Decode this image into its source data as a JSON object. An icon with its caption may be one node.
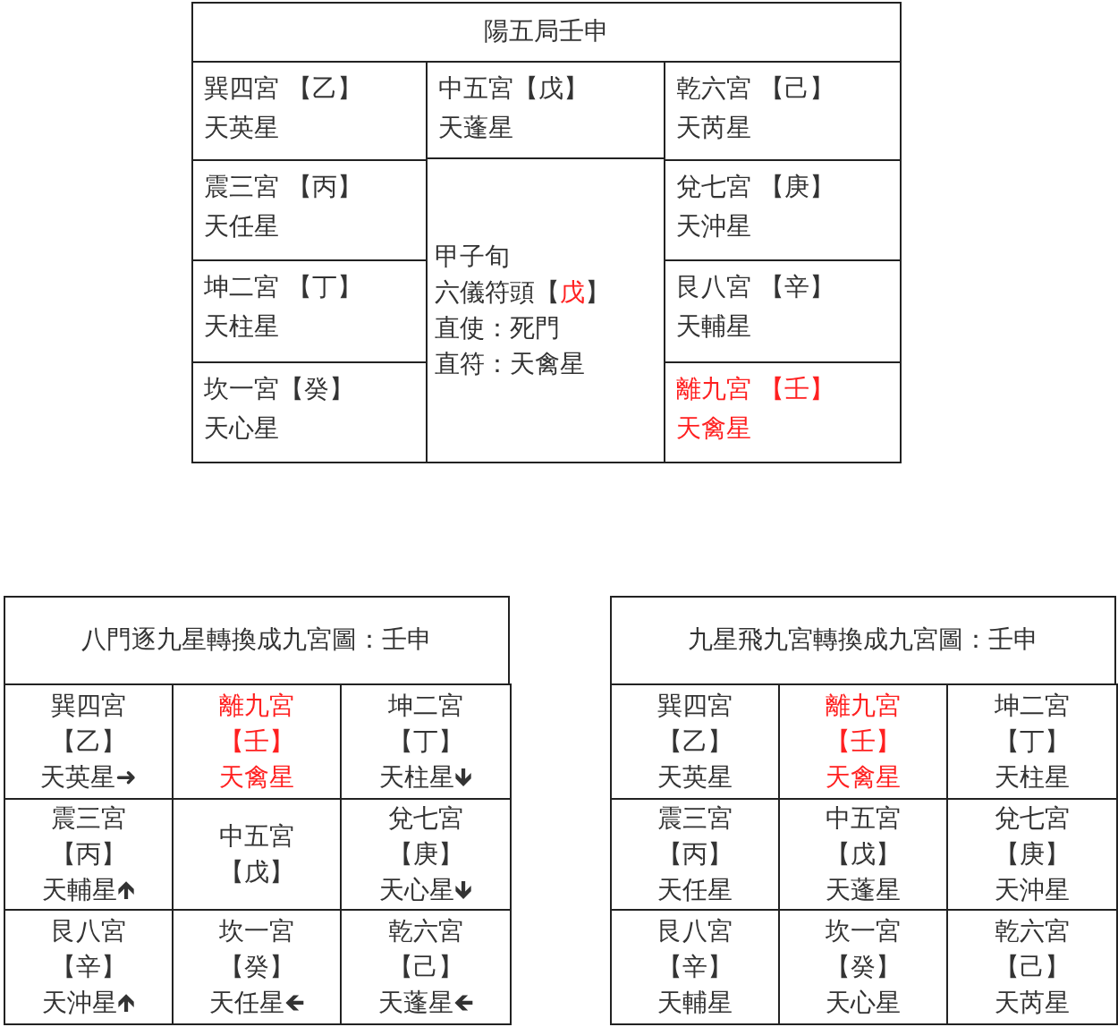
{
  "diagram": {
    "nodes": [
      {
        "text": [
          "陽五局壬申"
        ]
      },
      {
        "text": [
          "巽四宮 【乙】",
          "天英星"
        ]
      },
      {
        "text": [
          "中五宮【戊】",
          "天蓬星"
        ]
      },
      {
        "text": [
          "乾六宮 【己】",
          "天芮星"
        ]
      },
      {
        "text": [
          "震三宮 【丙】",
          "天任星"
        ]
      },
      {
        "text": [
          "甲子旬",
          "六儀符頭【戊】",
          "直使：死門",
          "直符：天禽星"
        ]
      },
      {
        "text": [
          "兌七宮 【庚】",
          "天沖星"
        ]
      },
      {
        "text": [
          "坤二宮 【丁】",
          "天柱星"
        ]
      },
      {
        "text": [
          "艮八宮 【辛】",
          "天輔星"
        ]
      },
      {
        "text": [
          "坎一宮【癸】",
          "天心星"
        ]
      },
      {
        "text": [
          "離九宮 【壬】",
          "天禽星"
        ]
      },
      {
        "text": [
          "八門逐九星轉換成九宮圖：壬申"
        ]
      },
      {
        "text": [
          "巽四宮",
          "【乙】",
          "天英星➜"
        ]
      },
      {
        "text": [
          "離九宮",
          "【壬】",
          "天禽星"
        ]
      },
      {
        "text": [
          "坤二宮",
          "【丁】",
          "天柱星🡻"
        ]
      },
      {
        "text": [
          "震三宮",
          "【丙】",
          "天輔星🡹"
        ]
      },
      {
        "text": [
          "中五宮",
          "【戊】"
        ]
      },
      {
        "text": [
          "兌七宮",
          "【庚】",
          "天心星🡻"
        ]
      },
      {
        "text": [
          "艮八宮",
          "【辛】",
          "天沖星🡹"
        ]
      },
      {
        "text": [
          "坎一宮",
          "【癸】",
          "天任星🡸"
        ]
      },
      {
        "text": [
          "乾六宮",
          "【己】",
          "天蓬星🡸"
        ]
      },
      {
        "text": [
          "九星飛九宮轉換成九宮圖：壬申"
        ]
      },
      {
        "text": [
          "巽四宮",
          "【乙】",
          "天英星"
        ]
      },
      {
        "text": [
          "離九宮",
          "【壬】",
          "天禽星"
        ]
      },
      {
        "text": [
          "坤二宮",
          "【丁】",
          "天柱星"
        ]
      },
      {
        "text": [
          "震三宮",
          "【丙】",
          "天任星"
        ]
      },
      {
        "text": [
          "中五宮",
          "【戊】",
          "天蓬星"
        ]
      },
      {
        "text": [
          "兌七宮",
          "【庚】",
          "天沖星"
        ]
      },
      {
        "text": [
          "艮八宮",
          "【辛】",
          "天輔星"
        ]
      },
      {
        "text": [
          "坎一宮",
          "【癸】",
          "天心星"
        ]
      },
      {
        "text": [
          "乾六宮",
          "【己】",
          "天芮星"
        ]
      }
    ]
  }
}
